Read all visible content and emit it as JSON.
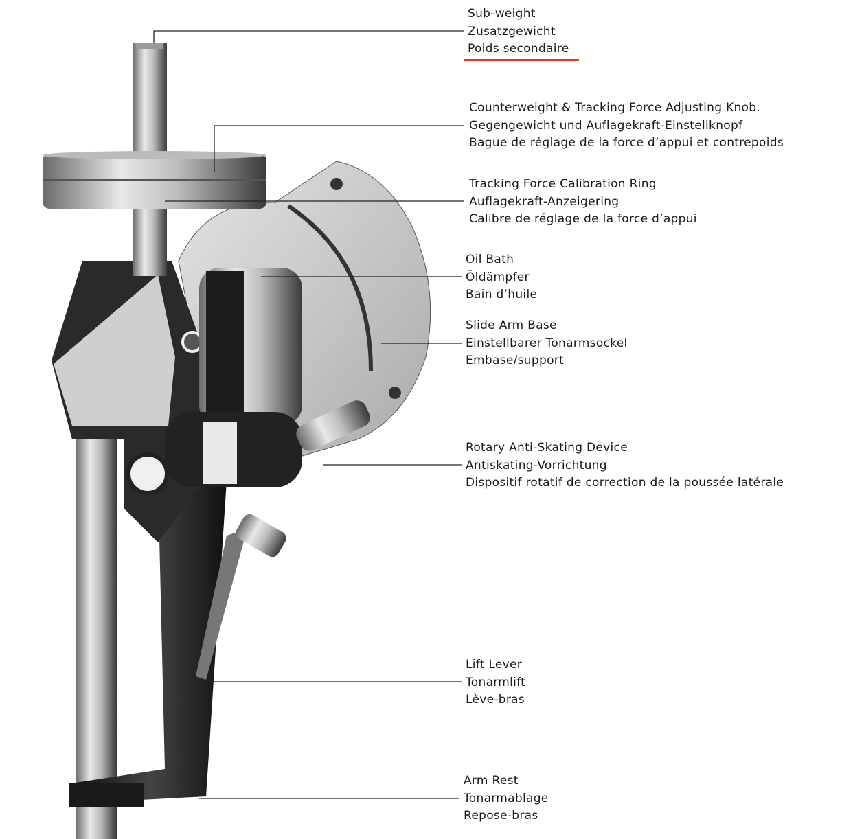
{
  "accent_color": "#e03a1e",
  "callouts": [
    {
      "id": "sub-weight",
      "lines": [
        "Sub-weight",
        "Zusatzgewicht",
        "Poids secondaire"
      ],
      "highlighted": true
    },
    {
      "id": "counterweight",
      "lines": [
        "Counterweight & Tracking Force Adjusting Knob.",
        "Gegengewicht und Auflagekraft-Einstellknopf",
        "Bague de réglage de la force d’appui et contrepoids"
      ]
    },
    {
      "id": "calibration-ring",
      "lines": [
        "Tracking Force Calibration Ring",
        "Auflagekraft-Anzeigering",
        "Calibre de réglage de la force d’appui"
      ]
    },
    {
      "id": "oil-bath",
      "lines": [
        "Oil Bath",
        "Öldämpfer",
        "Bain d’huile"
      ]
    },
    {
      "id": "slide-arm-base",
      "lines": [
        "Slide Arm Base",
        "Einstellbarer Tonarmsockel",
        "Embase/support"
      ]
    },
    {
      "id": "anti-skating",
      "lines": [
        "Rotary Anti-Skating Device",
        "Antiskating-Vorrichtung",
        "Dispositif rotatif de correction de la poussée latérale"
      ]
    },
    {
      "id": "lift-lever",
      "lines": [
        "Lift Lever",
        "Tonarmlift",
        "Lève-bras"
      ]
    },
    {
      "id": "arm-rest",
      "lines": [
        "Arm Rest",
        "Tonarmablage",
        "Repose-bras"
      ]
    }
  ]
}
